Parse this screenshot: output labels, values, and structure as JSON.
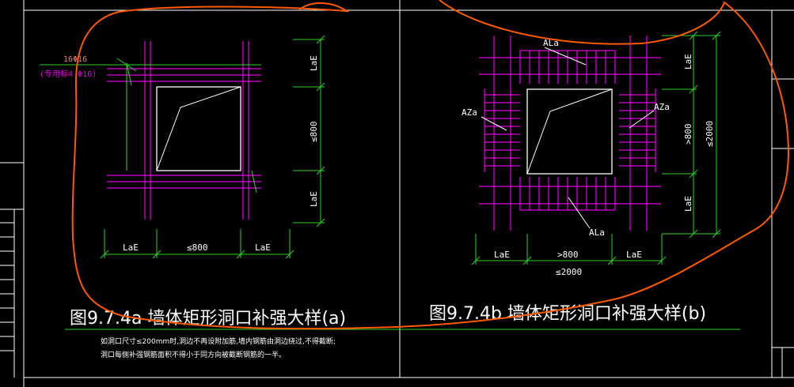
{
  "colors": {
    "background": "#000000",
    "frame": "#ffffff",
    "rebar": "#e000e0",
    "dimension": "#2fd02f",
    "title": "#ffffff",
    "cloud": "#ff5a00",
    "note": "#ffffff"
  },
  "detail_a": {
    "rebar_label_1": "16Φ16",
    "rebar_label_2": "(专用标4 Φ16)",
    "dim_right_top": "LaE",
    "dim_right_mid": "≤800",
    "dim_right_bot": "LaE",
    "dim_bottom_left": "LaE",
    "dim_bottom_mid": "≤800",
    "dim_bottom_right": "LaE",
    "title": "图9.7.4a  墙体矩形洞口补强大样(a)"
  },
  "detail_b": {
    "label_top": "ALa",
    "label_bottom": "ALa",
    "label_left": "AZa",
    "label_right": "AZa",
    "dim_right_top": "LaE",
    "dim_right_mid": ">800",
    "dim_right_total": "≤2000",
    "dim_right_bot": "LaE",
    "dim_bottom_left": "LaE",
    "dim_bottom_mid": ">800",
    "dim_bottom_right": "LaE",
    "dim_bottom_total": "≤2000",
    "title": "图9.7.4b  墙体矩形洞口补强大样(b)"
  },
  "notes": {
    "line_1": "如洞口尺寸≤200mm时,洞边不再设附加筋,墙内钢筋由洞边绕过,不得截断;",
    "line_2": "洞口每侧补强钢筋面积不得小于同方向被截断钢筋的一半。"
  }
}
